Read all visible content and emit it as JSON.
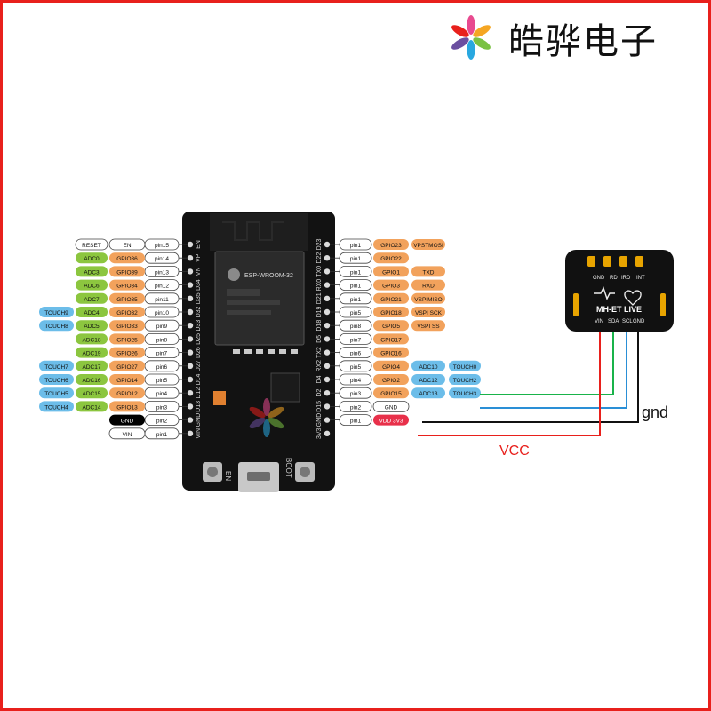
{
  "brand": {
    "name": "皓骅电子"
  },
  "colors": {
    "frame": "#e8201c",
    "board": "#111111",
    "pin_pill": "#ffffff",
    "gpio": "#f2a25c",
    "adc": "#8cc63f",
    "touch": "#6cbde9",
    "gnd": "#000000",
    "vdd": "#e8304a",
    "special": "#f2a25c",
    "wire_red": "#e8201c",
    "wire_green": "#19b34a",
    "wire_blue": "#2a8fd6",
    "wire_black": "#111111"
  },
  "left_rows": [
    {
      "pin": "pin15",
      "name": "EN",
      "name_style": "white",
      "extra1": "RESET",
      "extra1_style": "white",
      "extra2": ""
    },
    {
      "pin": "pin14",
      "name": "GPIO36",
      "name_style": "gpio",
      "extra1": "ADC0",
      "extra1_style": "adc",
      "extra2": ""
    },
    {
      "pin": "pin13",
      "name": "GPIO39",
      "name_style": "gpio",
      "extra1": "ADC3",
      "extra1_style": "adc",
      "extra2": ""
    },
    {
      "pin": "pin12",
      "name": "GPIO34",
      "name_style": "gpio",
      "extra1": "ADC6",
      "extra1_style": "adc",
      "extra2": ""
    },
    {
      "pin": "pin11",
      "name": "GPIO35",
      "name_style": "gpio",
      "extra1": "ADC7",
      "extra1_style": "adc",
      "extra2": ""
    },
    {
      "pin": "pin10",
      "name": "GPIO32",
      "name_style": "gpio",
      "extra1": "ADC4",
      "extra1_style": "adc",
      "extra2": "TOUCH9"
    },
    {
      "pin": "pin9",
      "name": "GPIO33",
      "name_style": "gpio",
      "extra1": "ADC5",
      "extra1_style": "adc",
      "extra2": "TOUCH8"
    },
    {
      "pin": "pin8",
      "name": "GPIO25",
      "name_style": "gpio",
      "extra1": "ADC18",
      "extra1_style": "adc",
      "extra2": ""
    },
    {
      "pin": "pin7",
      "name": "GPIO26",
      "name_style": "gpio",
      "extra1": "ADC19",
      "extra1_style": "adc",
      "extra2": ""
    },
    {
      "pin": "pin6",
      "name": "GPIO27",
      "name_style": "gpio",
      "extra1": "ADC17",
      "extra1_style": "adc",
      "extra2": "TOUCH7"
    },
    {
      "pin": "pin5",
      "name": "GPIO14",
      "name_style": "gpio",
      "extra1": "ADC16",
      "extra1_style": "adc",
      "extra2": "TOUCH6"
    },
    {
      "pin": "pin4",
      "name": "GPIO12",
      "name_style": "gpio",
      "extra1": "ADC15",
      "extra1_style": "adc",
      "extra2": "TOUCH5"
    },
    {
      "pin": "pin3",
      "name": "GPIO13",
      "name_style": "gpio",
      "extra1": "ADC14",
      "extra1_style": "adc",
      "extra2": "TOUCH4"
    },
    {
      "pin": "pin2",
      "name": "GND",
      "name_style": "gnd",
      "extra1": "",
      "extra1_style": "",
      "extra2": ""
    },
    {
      "pin": "pin1",
      "name": "VIN",
      "name_style": "white",
      "extra1": "",
      "extra1_style": "",
      "extra2": ""
    }
  ],
  "right_rows": [
    {
      "pin": "pin1",
      "name": "GPIO23",
      "name_style": "gpio",
      "extra1": "VPSTMOSI",
      "extra1_style": "special",
      "extra2": ""
    },
    {
      "pin": "pin1",
      "name": "GPIO22",
      "name_style": "gpio",
      "extra1": "",
      "extra1_style": "",
      "extra2": ""
    },
    {
      "pin": "pin1",
      "name": "GPIO1",
      "name_style": "gpio",
      "extra1": "TXD",
      "extra1_style": "special",
      "extra2": ""
    },
    {
      "pin": "pin1",
      "name": "GPIO3",
      "name_style": "gpio",
      "extra1": "RXD",
      "extra1_style": "special",
      "extra2": ""
    },
    {
      "pin": "pin1",
      "name": "GPIO21",
      "name_style": "gpio",
      "extra1": "VSPIMISO",
      "extra1_style": "special",
      "extra2": ""
    },
    {
      "pin": "pin5",
      "name": "GPIO18",
      "name_style": "gpio",
      "extra1": "VSPI SCK",
      "extra1_style": "special",
      "extra2": ""
    },
    {
      "pin": "pin8",
      "name": "GPIO5",
      "name_style": "gpio",
      "extra1": "VSPI SS",
      "extra1_style": "special",
      "extra2": ""
    },
    {
      "pin": "pin7",
      "name": "GPIO17",
      "name_style": "gpio",
      "extra1": "",
      "extra1_style": "",
      "extra2": ""
    },
    {
      "pin": "pin6",
      "name": "GPIO16",
      "name_style": "gpio",
      "extra1": "",
      "extra1_style": "",
      "extra2": ""
    },
    {
      "pin": "pin5",
      "name": "GPIO4",
      "name_style": "gpio",
      "extra1": "ADC10",
      "extra1_style": "touch",
      "extra2": "TOUCH0"
    },
    {
      "pin": "pin4",
      "name": "GPIO2",
      "name_style": "gpio",
      "extra1": "ADC12",
      "extra1_style": "touch",
      "extra2": "TOUCH2"
    },
    {
      "pin": "pin3",
      "name": "GPIO15",
      "name_style": "gpio",
      "extra1": "ADC13",
      "extra1_style": "touch",
      "extra2": "TOUCH3"
    },
    {
      "pin": "pin2",
      "name": "GND",
      "name_style": "white",
      "extra1": "",
      "extra1_style": "",
      "extra2": ""
    },
    {
      "pin": "pin1",
      "name": "VDD 3V3",
      "name_style": "vdd",
      "extra1": "",
      "extra1_style": "",
      "extra2": ""
    }
  ],
  "board": {
    "module_label": "ESP-WROOM-32",
    "left_header_labels": [
      "EN",
      "VP",
      "VN",
      "D34",
      "D35",
      "D32",
      "D33",
      "D25",
      "D26",
      "D27",
      "D14",
      "D12",
      "D13",
      "GND",
      "VIN"
    ],
    "right_header_labels": [
      "D23",
      "D22",
      "TX0",
      "RX0",
      "D21",
      "D19",
      "D18",
      "D5",
      "TX2",
      "RX2",
      "D4",
      "D2",
      "D15",
      "GND",
      "3V3"
    ],
    "button_left": "EN",
    "button_right": "BOOT"
  },
  "sensor": {
    "pins": [
      "GND",
      "RD",
      "IRD",
      "INT"
    ],
    "model": "MH-ET LIVE",
    "bottom_pins": [
      "VIN",
      "SDA",
      "SCL",
      "GND"
    ]
  },
  "wires": {
    "gnd_label": "gnd",
    "vcc_label": "VCC"
  }
}
